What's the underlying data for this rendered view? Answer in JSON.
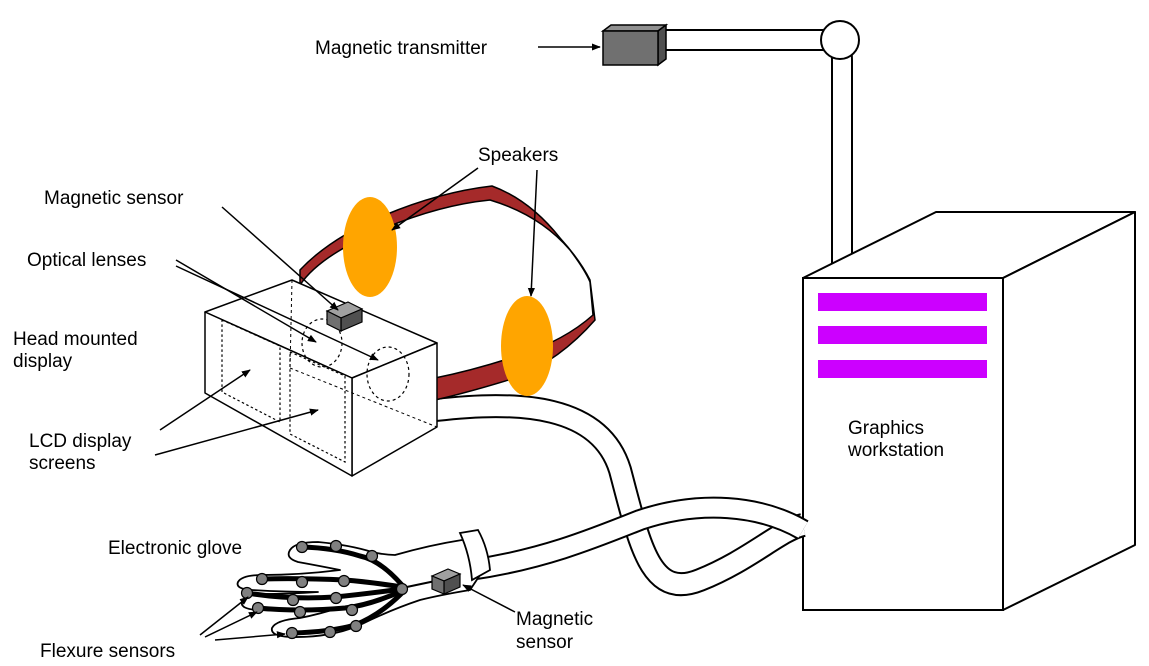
{
  "labels": {
    "magnetic_transmitter": "Magnetic transmitter",
    "speakers": "Speakers",
    "magnetic_sensor_head": "Magnetic sensor",
    "optical_lenses": "Optical lenses",
    "head_mounted_line1": "Head mounted",
    "head_mounted_line2": "display",
    "lcd_line1": "LCD display",
    "lcd_line2": "screens",
    "graphics_line1": "Graphics",
    "graphics_line2": "workstation",
    "electronic_glove": "Electronic glove",
    "magnetic_sensor_hand_line1": "Magnetic",
    "magnetic_sensor_hand_line2": "sensor",
    "flexure_sensors": "Flexure sensors"
  },
  "colors": {
    "headband": "#a52a2a",
    "speaker": "#ffa500",
    "display_stripe": "#cc00ff",
    "sensor_box": "#707070",
    "sensor_dot": "#808080",
    "outline": "#000000"
  }
}
